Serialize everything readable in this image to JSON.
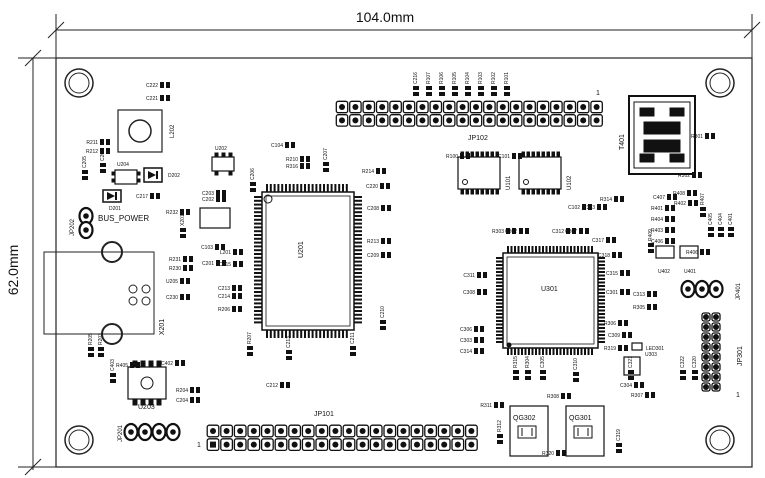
{
  "dimensions": {
    "width_label": "104.0mm",
    "height_label": "62.0mm"
  },
  "connectors": {
    "jp101": {
      "label": "JP101",
      "pin1_label": "1",
      "rows": 2,
      "cols": 20
    },
    "jp102": {
      "label": "JP102",
      "pin1_label": "1",
      "rows": 2,
      "cols": 20
    },
    "jp301": {
      "label": "JP301",
      "pin1_label": "1",
      "rows": 8,
      "cols": 2
    },
    "jp201": {
      "label": "JP201"
    },
    "jp202": {
      "label": "JP202"
    },
    "jp401": {
      "label": "JP401"
    },
    "usb": {
      "label": "X201"
    }
  },
  "chips": {
    "u201": "U201",
    "u301": "U301",
    "u101": "U101",
    "u102": "U102",
    "u202": "U202",
    "u203": "U203",
    "u204": "U204",
    "u401": "U401",
    "u402": "U402",
    "t401": "T401",
    "l202": "L202",
    "qg301": "QG301",
    "qg302": "QG302",
    "d201": "D201",
    "d202": "D202",
    "led301": "LED301",
    "u303": "U303",
    "x201": "X201"
  },
  "text_labels": {
    "bus_power": "BUS_POWER"
  },
  "components": [
    "C222",
    "C221",
    "R211",
    "R212",
    "C205",
    "C209",
    "C217",
    "R232",
    "X201",
    "R231",
    "R230",
    "U205",
    "C230",
    "C213",
    "C214",
    "R206",
    "C202",
    "C203",
    "C206",
    "C104",
    "R210",
    "R316",
    "C207",
    "R214",
    "C220",
    "C208",
    "R213",
    "C209",
    "C210",
    "C211",
    "R207",
    "C213",
    "C212",
    "C103",
    "C201",
    "L201",
    "C215",
    "C216",
    "R107",
    "R106",
    "R105",
    "R104",
    "R103",
    "R102",
    "R101",
    "R100",
    "C101",
    "C102",
    "R313",
    "R314",
    "C317",
    "C318",
    "R303",
    "C302",
    "C312",
    "C307",
    "C311",
    "C308",
    "C313",
    "R305",
    "R306",
    "C309",
    "R319",
    "C306",
    "C303",
    "C314",
    "R315",
    "R304",
    "C305",
    "C315",
    "C301",
    "C310",
    "C304",
    "R307",
    "R308",
    "R311",
    "R312",
    "C319",
    "R320",
    "C321",
    "C322",
    "C320",
    "R301",
    "R302",
    "C407",
    "R401",
    "R404",
    "R403",
    "C406",
    "R409",
    "R408",
    "R407",
    "C405",
    "C404",
    "C401",
    "R402",
    "R406",
    "R405",
    "C402",
    "C403",
    "R204",
    "C204",
    "R205",
    "R203",
    "R202",
    "C235",
    "R208"
  ]
}
